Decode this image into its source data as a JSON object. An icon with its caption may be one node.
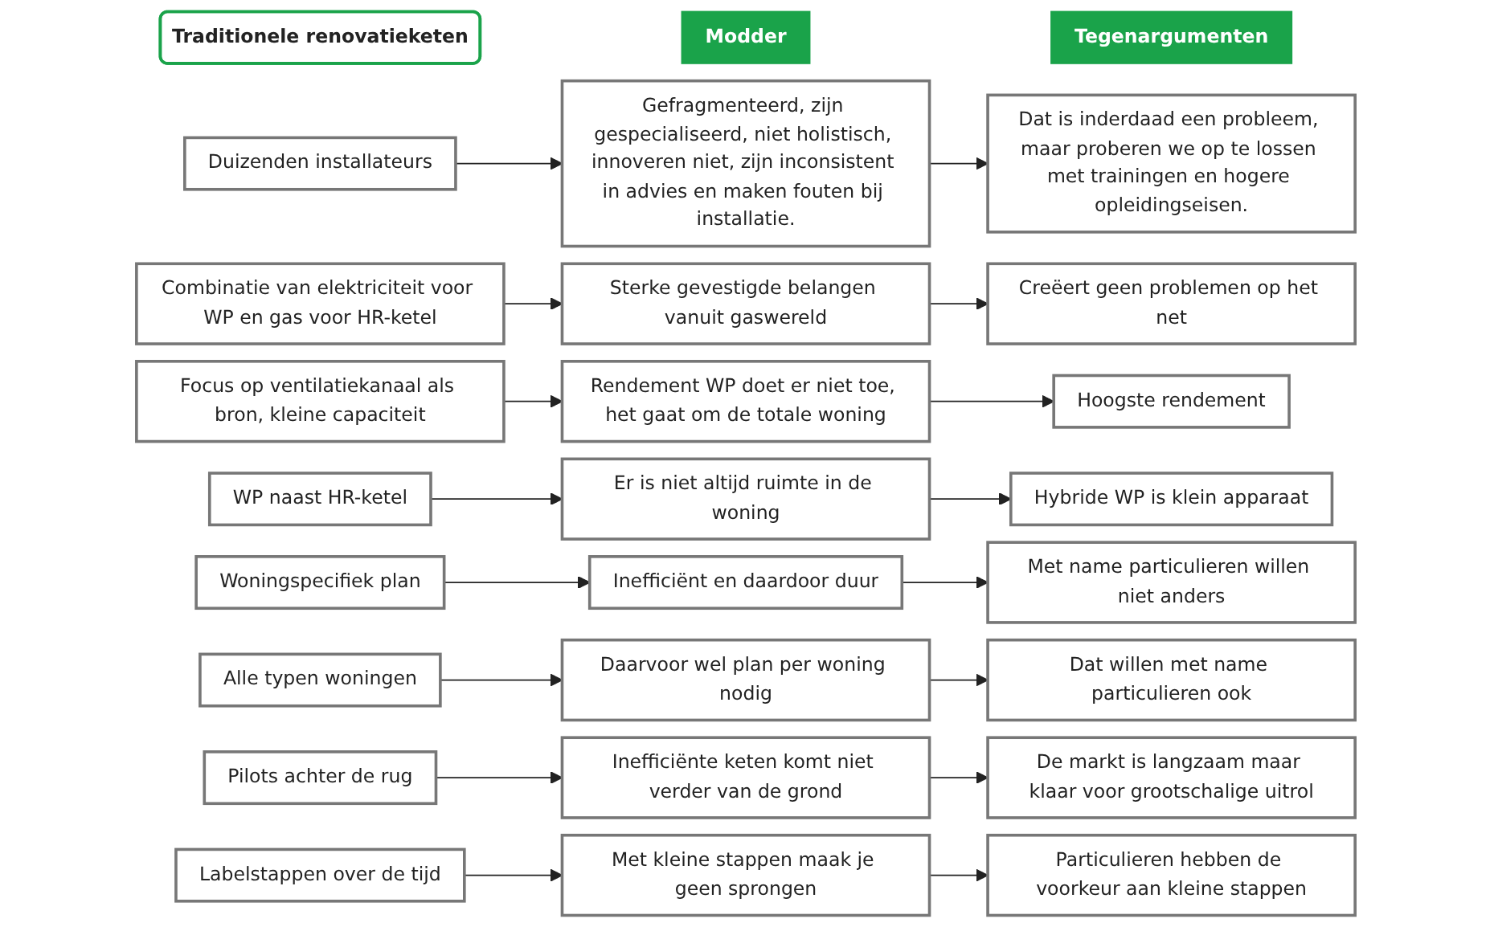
{
  "diagram": {
    "nodes": [
      {
        "text": [
          "Traditionele renovatieketen"
        ]
      },
      {
        "text": [
          "Modder"
        ]
      },
      {
        "text": [
          "Tegenargumenten"
        ]
      },
      {
        "text": [
          "Duizenden installateurs"
        ]
      },
      {
        "text": [
          "Gefragmenteerd, zijn gespecialiseerd, niet holistisch, innoveren niet, zijn inconsistent in advies en maken fouten bij installatie."
        ]
      },
      {
        "text": [
          "Dat is inderdaad een probleem, maar proberen we op te lossen met trainingen en hogere opleidingseisen."
        ]
      },
      {
        "text": [
          "Combinatie van elektriciteit voor WP en gas voor HR-ketel"
        ]
      },
      {
        "text": [
          "Sterke gevestigde belangen vanuit gaswereld"
        ]
      },
      {
        "text": [
          "Creëert geen problemen op het net"
        ]
      },
      {
        "text": [
          "Focus op ventilatiekanaal als bron, kleine capaciteit"
        ]
      },
      {
        "text": [
          "Rendement WP doet er niet toe, het gaat om de totale woning"
        ]
      },
      {
        "text": [
          "Hoogste rendement"
        ]
      },
      {
        "text": [
          "WP naast HR-ketel"
        ]
      },
      {
        "text": [
          "Er is niet altijd ruimte in de woning"
        ]
      },
      {
        "text": [
          "Hybride WP is klein apparaat"
        ]
      },
      {
        "text": [
          "Woningspecifiek plan"
        ]
      },
      {
        "text": [
          "Inefficiënt en daardoor duur"
        ]
      },
      {
        "text": [
          "Met name particulieren willen niet anders"
        ]
      },
      {
        "text": [
          "Alle typen woningen"
        ]
      },
      {
        "text": [
          "Daarvoor wel plan per woning nodig"
        ]
      },
      {
        "text": [
          "Dat willen met name particulieren ook"
        ]
      },
      {
        "text": [
          "Pilots achter de rug"
        ]
      },
      {
        "text": [
          "Inefficiënte keten komt niet verder van de grond"
        ]
      },
      {
        "text": [
          "De markt is langzaam maar klaar voor grootschalige uitrol"
        ]
      },
      {
        "text": [
          "Labelstappen over de tijd"
        ]
      },
      {
        "text": [
          "Met kleine stappen maak je geen sprongen"
        ]
      },
      {
        "text": [
          "Particulieren hebben de voorkeur aan kleine stappen"
        ]
      }
    ],
    "edges": [
      {
        "from": 3,
        "to": 4,
        "arrow": "to"
      },
      {
        "from": 4,
        "to": 5,
        "arrow": "to"
      },
      {
        "from": 6,
        "to": 7,
        "arrow": "to"
      },
      {
        "from": 7,
        "to": 8,
        "arrow": "to"
      },
      {
        "from": 9,
        "to": 10,
        "arrow": "to"
      },
      {
        "from": 10,
        "to": 11,
        "arrow": "to"
      },
      {
        "from": 12,
        "to": 13,
        "arrow": "to"
      },
      {
        "from": 13,
        "to": 14,
        "arrow": "to"
      },
      {
        "from": 15,
        "to": 16,
        "arrow": "to"
      },
      {
        "from": 16,
        "to": 17,
        "arrow": "to"
      },
      {
        "from": 18,
        "to": 19,
        "arrow": "to"
      },
      {
        "from": 19,
        "to": 20,
        "arrow": "to"
      },
      {
        "from": 21,
        "to": 22,
        "arrow": "to"
      },
      {
        "from": 22,
        "to": 23,
        "arrow": "to"
      },
      {
        "from": 24,
        "to": 25,
        "arrow": "to"
      },
      {
        "from": 25,
        "to": 26,
        "arrow": "to"
      }
    ]
  }
}
